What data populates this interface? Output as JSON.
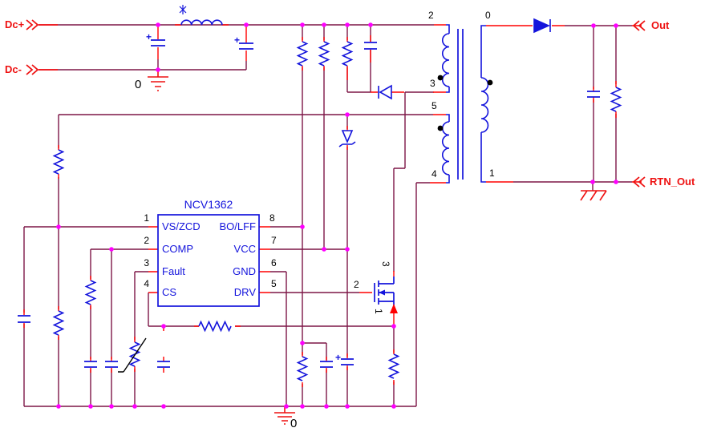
{
  "ports": {
    "dc_plus": "Dc+",
    "dc_minus": "Dc-",
    "out": "Out",
    "rtn_out": "RTN_Out"
  },
  "grounds": {
    "input": "0",
    "power": "0"
  },
  "ic": {
    "ref": "NCV1362",
    "left_pins": [
      {
        "num": "1",
        "name": "VS/ZCD"
      },
      {
        "num": "2",
        "name": "COMP"
      },
      {
        "num": "3",
        "name": "Fault"
      },
      {
        "num": "4",
        "name": "CS"
      }
    ],
    "right_pins": [
      {
        "num": "8",
        "name": "BO/LFF"
      },
      {
        "num": "7",
        "name": "VCC"
      },
      {
        "num": "6",
        "name": "GND"
      },
      {
        "num": "5",
        "name": "DRV"
      }
    ]
  },
  "transformer": {
    "primary_top": "2",
    "primary_bottom": "3",
    "aux_top": "5",
    "aux_bottom": "4",
    "secondary_top": "0",
    "secondary_bottom": "1"
  },
  "mosfet": {
    "drain": "3",
    "gate": "2",
    "source": "1"
  },
  "polarity": {
    "cin1": "+",
    "cin2": "+",
    "cvcc": "+"
  },
  "colors": {
    "wire": "#7d1647",
    "lead": "#ff0000",
    "component": "#1414dc",
    "junction": "#ff00ff",
    "port_text": "#ee1111",
    "label_text": "#000000"
  }
}
